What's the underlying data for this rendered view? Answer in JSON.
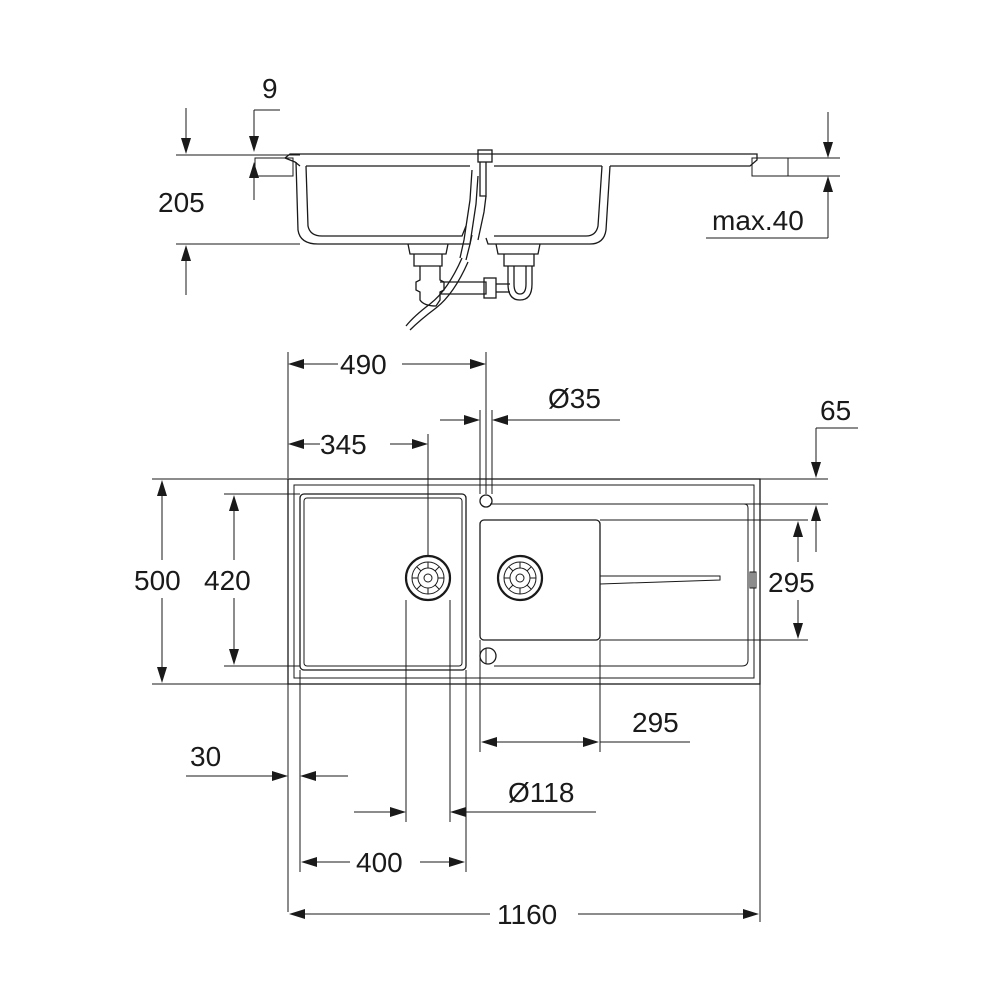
{
  "side_view": {
    "labels": {
      "lip_thickness": "9",
      "depth": "205",
      "worktop_thickness": "max.40"
    }
  },
  "top_view": {
    "labels": {
      "tap_offset": "490",
      "tap_hole": "Ø35",
      "drain_offset": "345",
      "edge_offset": "65",
      "overall_depth": "500",
      "bowl_depth": "420",
      "second_bowl_depth": "295",
      "second_bowl_width": "295",
      "rim_width": "30",
      "waste_diameter": "Ø118",
      "bowl_width": "400",
      "overall_width": "1160"
    }
  }
}
